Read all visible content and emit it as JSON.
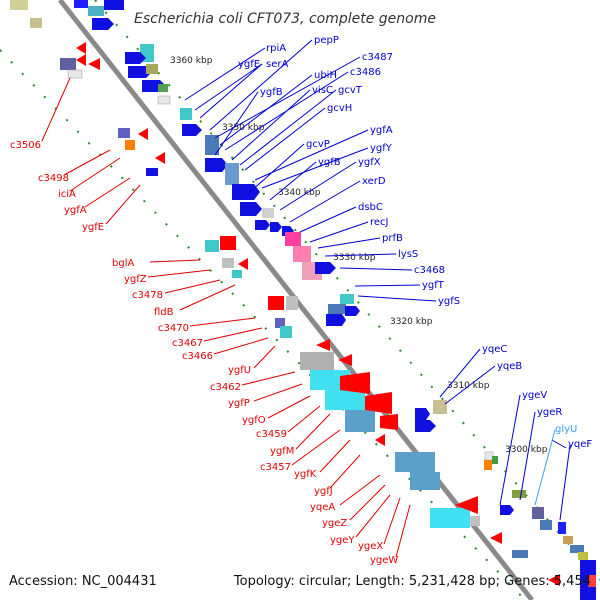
{
  "title": "Escherichia coli CFT073, complete genome",
  "footer": {
    "accession": "Accession: NC_004431",
    "topology": "Topology: circular; Length: 5,231,428 bp; Genes: 5,454"
  },
  "colors": {
    "forward": "#e00000",
    "reverse": "#0000d0",
    "rna": "#3aa0ff",
    "backbone": "#8a8a8a",
    "tick": "#2e8b2e"
  },
  "scale_labels": [
    "3360 kbp",
    "3350 kbp",
    "3340 kbp",
    "3330 kbp",
    "3320 kbp",
    "3310 kbp",
    "3300 kbp"
  ],
  "reverse_strand_labels": [
    "rpiA",
    "ygfE",
    "serA",
    "pepP",
    "c3487",
    "ubiH",
    "c3486",
    "ygfB",
    "visC",
    "gcvT",
    "gcvH",
    "ygfA",
    "ygfY",
    "gcvP",
    "ygfB",
    "ygfX",
    "xerD",
    "dsbC",
    "recJ",
    "prfB",
    "lysS",
    "c3468",
    "ygfT",
    "ygfS",
    "yqeC",
    "yqeB",
    "ygeV",
    "ygeR",
    "glyU",
    "yqeF"
  ],
  "forward_strand_labels": [
    "c3506",
    "c3498",
    "iciA",
    "ygfA",
    "ygfE",
    "bglA",
    "ygfZ",
    "c3478",
    "fldB",
    "c3470",
    "c3467",
    "c3466",
    "ygfU",
    "c3462",
    "ygfP",
    "ygfO",
    "c3459",
    "ygfM",
    "c3457",
    "ygfK",
    "ygfJ",
    "yqeA",
    "ygeZ",
    "ygeY",
    "ygeX",
    "ygeW"
  ]
}
